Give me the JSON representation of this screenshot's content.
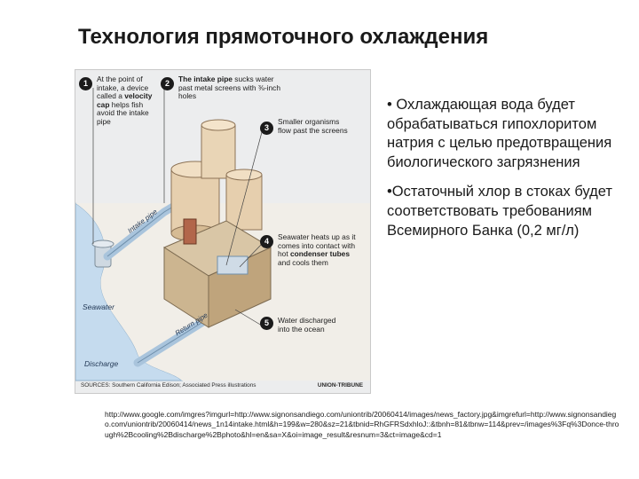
{
  "title": "Технология прямоточного охлаждения",
  "figure": {
    "callouts": [
      {
        "n": "1",
        "parts": [
          "At the point of intake, a device called a ",
          "velocity cap",
          " helps fish avoid the intake pipe"
        ]
      },
      {
        "n": "2",
        "parts": [
          "",
          "The intake pipe",
          " sucks water past metal screens with ⅜-inch holes"
        ]
      },
      {
        "n": "3",
        "parts": [
          "Smaller organisms flow past the screens",
          "",
          ""
        ]
      },
      {
        "n": "4",
        "parts": [
          "Seawater heats up as it comes into contact with hot ",
          "condenser tubes",
          " and cools them"
        ]
      },
      {
        "n": "5",
        "parts": [
          "Water discharged into the ocean",
          "",
          ""
        ]
      }
    ],
    "labels": {
      "seawater": "Seawater",
      "discharge": "Discharge",
      "intake_pipe": "Intake pipe",
      "return_pipe": "Return pipe"
    },
    "sources": "SOURCES: Southern California Edison; Associated Press illustrations",
    "credit": "UNION-TRIBUNE"
  },
  "bullets": [
    "• Охлаждающая вода будет обрабатываться гипохлоритом натрия с целью предотвращения биологического загрязнения",
    "•Остаточный хлор в стоках будет соответствовать требованиям Всемирного  Банка (0,2 мг/л)"
  ],
  "url": "http://www.google.com/imgres?imgurl=http://www.signonsandiego.com/uniontrib/20060414/images/news_factory.jpg&imgrefurl=http://www.signonsandiego.com/uniontrib/20060414/news_1n14intake.html&h=199&w=280&sz=21&tbnid=RhGFRSdxhloJ::&tbnh=81&tbnw=114&prev=/images%3Fq%3Donce-through%2Bcooling%2Bdischarge%2Bphoto&hl=en&sa=X&oi=image_result&resnum=3&ct=image&cd=1",
  "colors": {
    "water": "#c5dbee",
    "tank": "#e6cfae",
    "pipe": "#a9c4dc",
    "brick": "#b2664a"
  }
}
